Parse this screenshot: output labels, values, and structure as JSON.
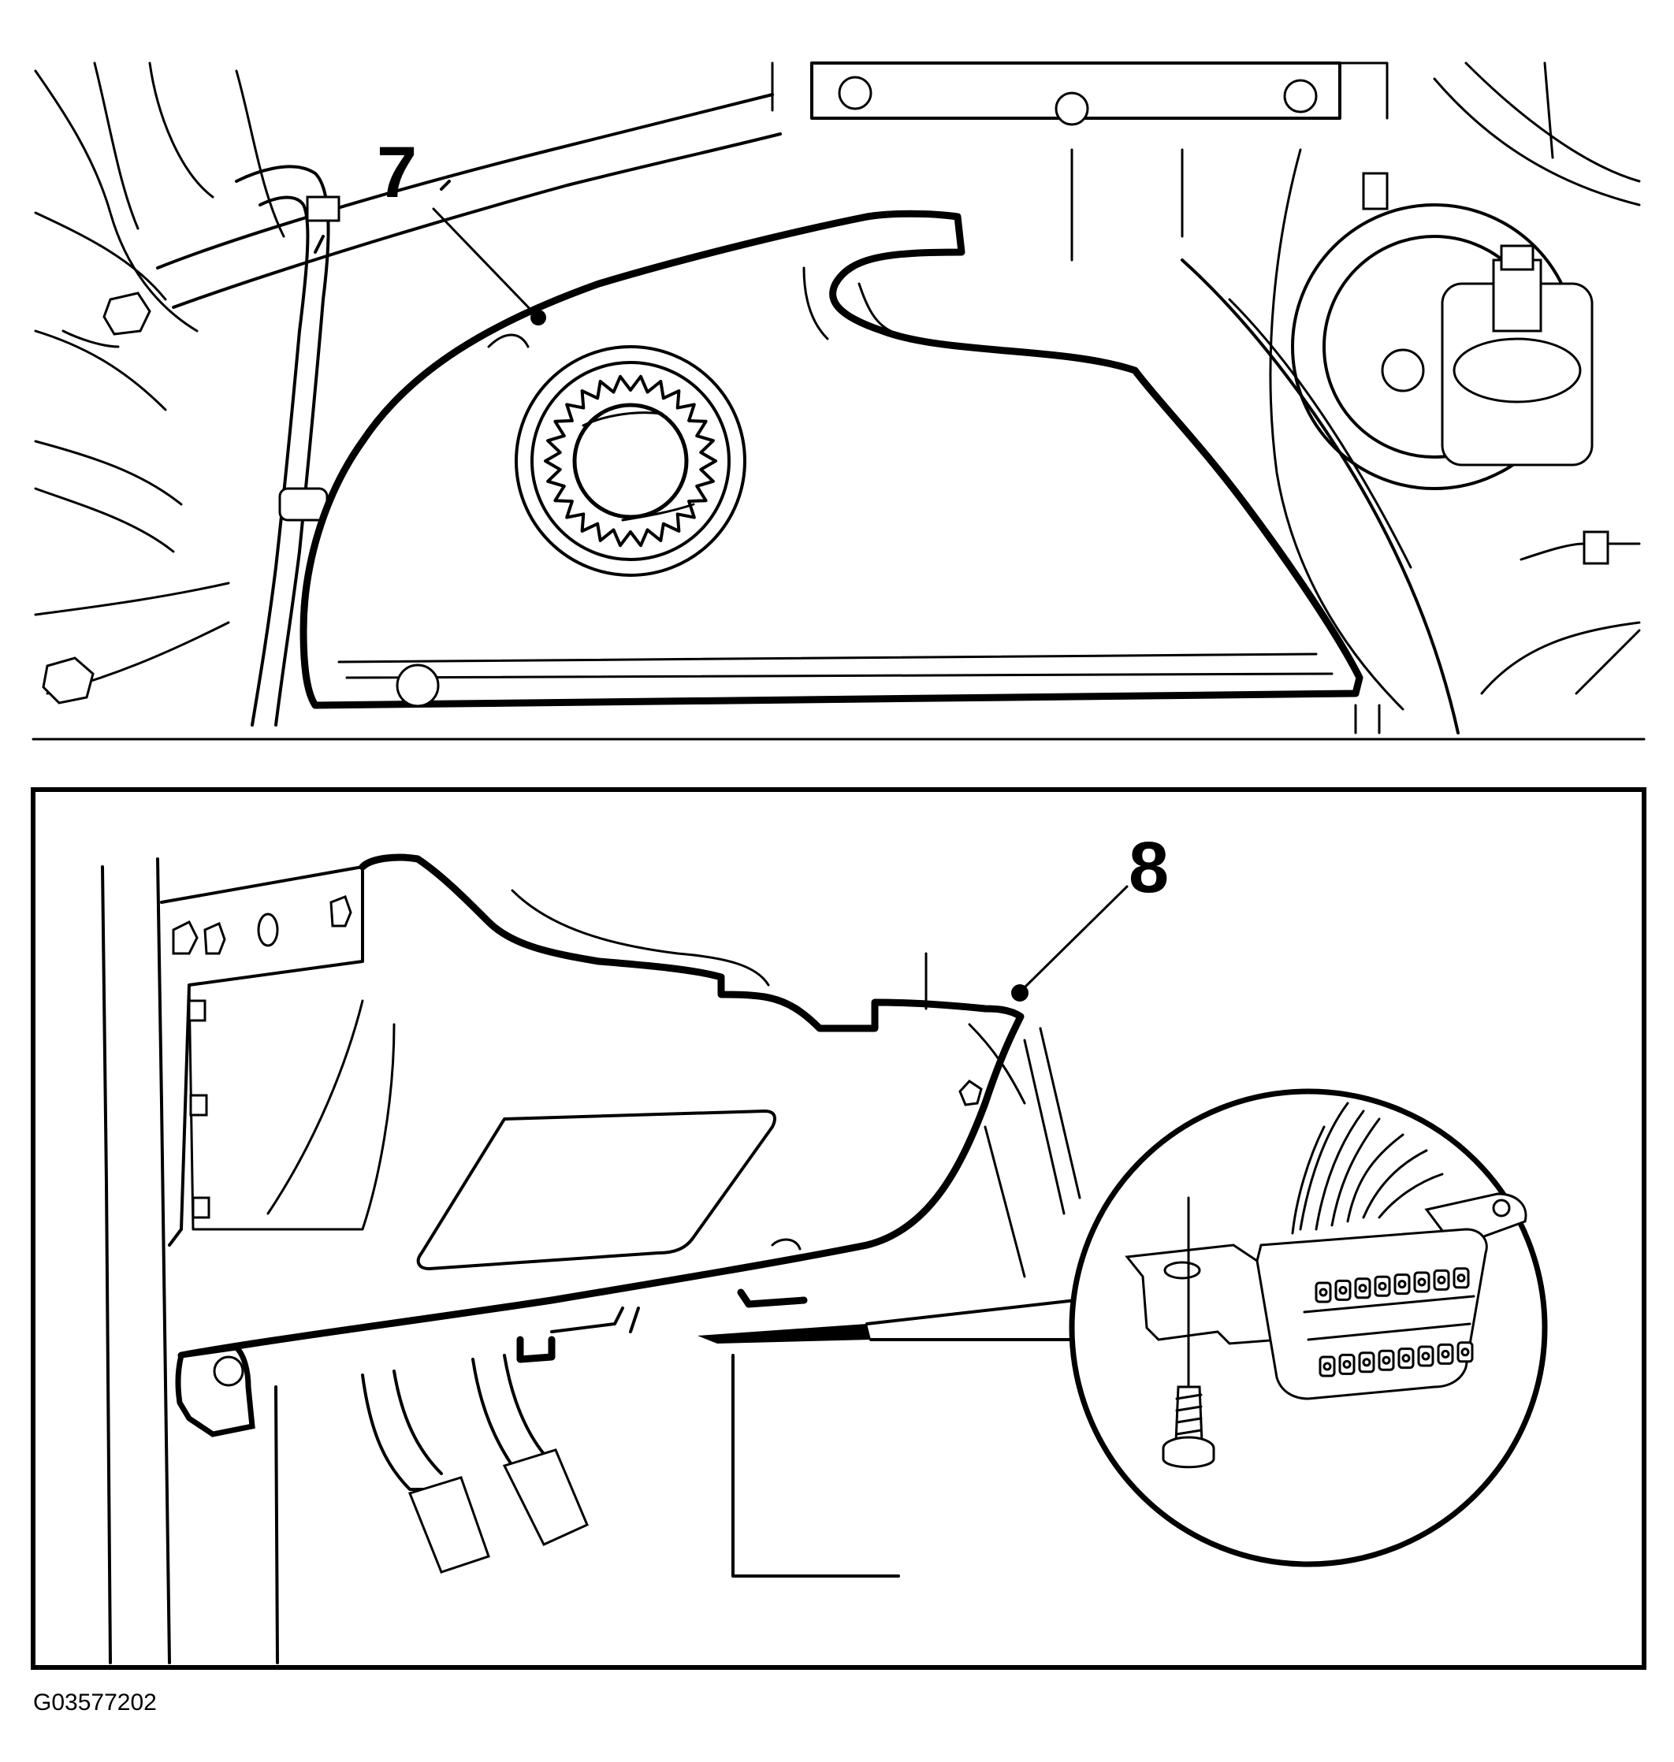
{
  "panels": {
    "top": {
      "callout": {
        "number": "7"
      }
    },
    "bottom": {
      "callout": {
        "number": "8"
      }
    }
  },
  "figure_id": "G03577202",
  "colors": {
    "line": "#000000",
    "background": "#ffffff"
  }
}
